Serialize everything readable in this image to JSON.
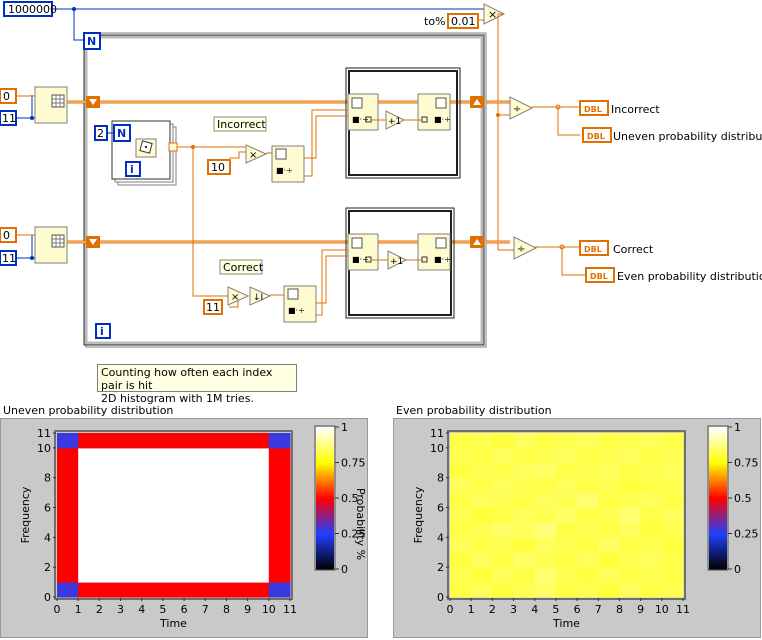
{
  "block_diagram": {
    "count_constant": "1000000",
    "percent_label": "to%",
    "percent_constant": "0.01",
    "loop_count_terminal": "N",
    "iteration_terminal": "i",
    "inner_count_constant": "2",
    "row_constant_top": "0",
    "col_constant_top": "11",
    "row_constant_bottom": "0",
    "col_constant_bottom": "11",
    "multiplier_top": "10",
    "multiplier_bottom": "11",
    "label_incorrect": "Incorrect",
    "label_correct": "Correct",
    "indicator_type": "DBL",
    "output_incorrect": "Incorrect",
    "output_uneven": "Uneven probability distribution",
    "output_correct": "Correct",
    "output_even": "Even probability distribution",
    "comment_line1": "Counting how often each index pair is hit",
    "comment_line2": "2D histogram with 1M tries."
  },
  "chart_data": [
    {
      "type": "heatmap",
      "title": "Uneven probability distribution",
      "xlabel": "Time",
      "ylabel": "Frequency",
      "x_ticks": [
        "0",
        "1",
        "2",
        "3",
        "4",
        "5",
        "6",
        "7",
        "8",
        "9",
        "10",
        "11"
      ],
      "y_ticks": [
        "0",
        "2",
        "4",
        "6",
        "8",
        "10",
        "11"
      ],
      "xlim": [
        0,
        11
      ],
      "ylim": [
        0,
        11
      ],
      "colorbar_label": "Probability %",
      "colorbar_ticks": [
        "1",
        "0.75",
        "0.5",
        "0.25",
        "0"
      ],
      "colorbar_range": [
        0,
        1
      ],
      "values": [
        [
          0.28,
          0.5,
          0.5,
          0.5,
          0.5,
          0.5,
          0.5,
          0.5,
          0.5,
          0.5,
          0.28
        ],
        [
          0.5,
          1,
          1,
          1,
          1,
          1,
          1,
          1,
          1,
          1,
          0.5
        ],
        [
          0.5,
          1,
          1,
          1,
          1,
          1,
          1,
          1,
          1,
          1,
          0.5
        ],
        [
          0.5,
          1,
          1,
          1,
          1,
          1,
          1,
          1,
          1,
          1,
          0.5
        ],
        [
          0.5,
          1,
          1,
          1,
          1,
          1,
          1,
          1,
          1,
          1,
          0.5
        ],
        [
          0.5,
          1,
          1,
          1,
          1,
          1,
          1,
          1,
          1,
          1,
          0.5
        ],
        [
          0.5,
          1,
          1,
          1,
          1,
          1,
          1,
          1,
          1,
          1,
          0.5
        ],
        [
          0.5,
          1,
          1,
          1,
          1,
          1,
          1,
          1,
          1,
          1,
          0.5
        ],
        [
          0.5,
          1,
          1,
          1,
          1,
          1,
          1,
          1,
          1,
          1,
          0.5
        ],
        [
          0.5,
          1,
          1,
          1,
          1,
          1,
          1,
          1,
          1,
          1,
          0.5
        ],
        [
          0.28,
          0.5,
          0.5,
          0.5,
          0.5,
          0.5,
          0.5,
          0.5,
          0.5,
          0.5,
          0.28
        ]
      ]
    },
    {
      "type": "heatmap",
      "title": "Even probability distribution",
      "xlabel": "Time",
      "ylabel": "Frequency",
      "x_ticks": [
        "0",
        "1",
        "2",
        "3",
        "4",
        "5",
        "6",
        "7",
        "8",
        "9",
        "10",
        "11"
      ],
      "y_ticks": [
        "0",
        "2",
        "4",
        "6",
        "8",
        "10",
        "11"
      ],
      "xlim": [
        0,
        11
      ],
      "ylim": [
        0,
        11
      ],
      "colorbar_ticks": [
        "1",
        "0.75",
        "0.5",
        "0.25",
        "0"
      ],
      "colorbar_range": [
        0,
        1
      ],
      "values": [
        [
          0.82,
          0.84,
          0.81,
          0.83,
          0.85,
          0.82,
          0.83,
          0.81,
          0.84,
          0.82,
          0.83
        ],
        [
          0.83,
          0.81,
          0.84,
          0.82,
          0.86,
          0.83,
          0.81,
          0.84,
          0.82,
          0.83,
          0.82
        ],
        [
          0.81,
          0.84,
          0.82,
          0.85,
          0.83,
          0.82,
          0.84,
          0.81,
          0.83,
          0.84,
          0.82
        ],
        [
          0.84,
          0.82,
          0.83,
          0.81,
          0.84,
          0.83,
          0.82,
          0.85,
          0.82,
          0.83,
          0.81
        ],
        [
          0.82,
          0.83,
          0.85,
          0.84,
          0.87,
          0.82,
          0.83,
          0.82,
          0.84,
          0.81,
          0.83
        ],
        [
          0.83,
          0.81,
          0.82,
          0.84,
          0.83,
          0.85,
          0.82,
          0.83,
          0.86,
          0.82,
          0.84
        ],
        [
          0.82,
          0.84,
          0.83,
          0.82,
          0.84,
          0.83,
          0.86,
          0.82,
          0.83,
          0.84,
          0.82
        ],
        [
          0.84,
          0.82,
          0.84,
          0.83,
          0.82,
          0.84,
          0.82,
          0.83,
          0.81,
          0.82,
          0.83
        ],
        [
          0.81,
          0.83,
          0.82,
          0.84,
          0.85,
          0.82,
          0.83,
          0.84,
          0.82,
          0.83,
          0.84
        ],
        [
          0.83,
          0.82,
          0.84,
          0.82,
          0.83,
          0.84,
          0.82,
          0.83,
          0.84,
          0.82,
          0.83
        ],
        [
          0.82,
          0.83,
          0.81,
          0.84,
          0.82,
          0.83,
          0.84,
          0.82,
          0.83,
          0.84,
          0.82
        ]
      ]
    }
  ]
}
